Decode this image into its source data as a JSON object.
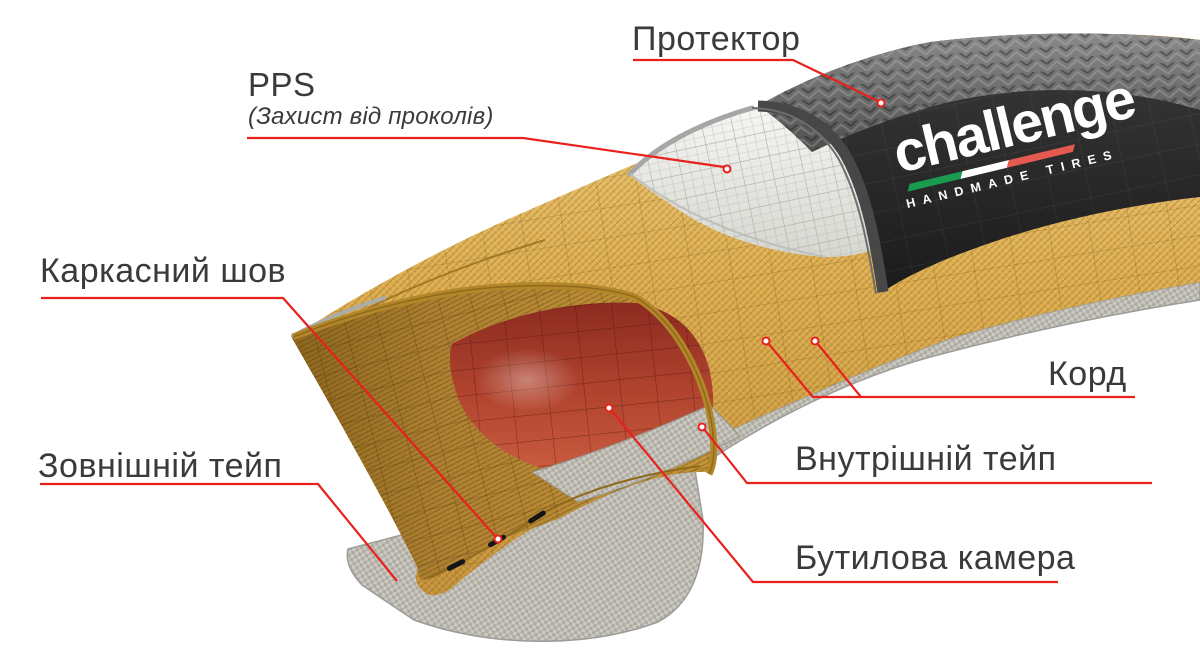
{
  "theme": {
    "accent-red": "#E8211C",
    "label-color": "#3A3A3A",
    "flag-green": "#1A9B50",
    "flag-red": "#E45A50",
    "carcass-tan": "#DCAC4F",
    "carcass-inner-tan": "#AF8132",
    "tread-black": "#232323",
    "tube-red": "#B2452F",
    "pps-white": "#EDEDE9",
    "tape-gray": "#C4C4BF"
  },
  "labels": {
    "tread": "Протектор",
    "pps_title": "PPS",
    "pps_subtitle": "(Захист від проколів)",
    "carcass_seam": "Каркасний шов",
    "outer_tape": "Зовнішній тейп",
    "cord": "Корд",
    "inner_tape": "Внутрішній тейп",
    "butyl_tube": "Бутилова камера"
  },
  "logo": {
    "name": "challenge",
    "tagline": "HANDMADE TIRES"
  }
}
